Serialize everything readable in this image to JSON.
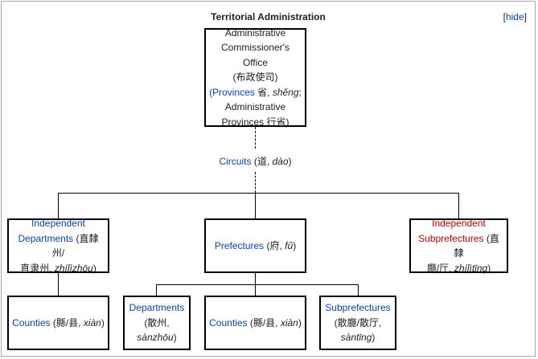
{
  "header": {
    "title": "Territorial Administration",
    "hide_open": "[",
    "hide_link": "hide",
    "hide_close": "]"
  },
  "nodes": {
    "province": {
      "line1": "Administrative",
      "line2": "Commissioner's Office",
      "line3": "(布政使司)",
      "link": "(Provinces",
      "line4_tail": " 省, ",
      "pinyin": "shěng",
      "line4_end": ";",
      "line5": "Administrative",
      "line6": "Provinces 行省)"
    },
    "circuits": {
      "link": "Circuits",
      "chars": " (道, ",
      "pinyin": "dào",
      "close": ")"
    },
    "ind_departments": {
      "link1": "Independent",
      "link2": "Departments",
      "chars": " (直隸州/",
      "line3": "直隶州, ",
      "pinyin": "zhílìzhōu",
      "close": ")"
    },
    "prefectures": {
      "link": "Prefectures",
      "chars": " (府, ",
      "pinyin": "fǔ",
      "close": ")"
    },
    "ind_subprefectures": {
      "link1": "Independent",
      "link2": "Subprefectures",
      "chars": " (直隸",
      "line3": "廳/厅, ",
      "pinyin": "zhílìtīng",
      "close": ")"
    },
    "counties_left": {
      "link": "Counties",
      "chars": " (縣/县, ",
      "pinyin": "xiàn",
      "close": ")"
    },
    "departments": {
      "link": "Departments",
      "chars": "(散州,",
      "pinyin": "sànzhōu",
      "close": ")"
    },
    "counties_mid": {
      "link": "Counties",
      "chars": " (縣/县, ",
      "pinyin": "xiàn",
      "close": ")"
    },
    "subprefectures": {
      "link": "Subprefectures",
      "chars": "(散廳/散厅,",
      "pinyin": "sàntīng",
      "close": ")"
    }
  }
}
